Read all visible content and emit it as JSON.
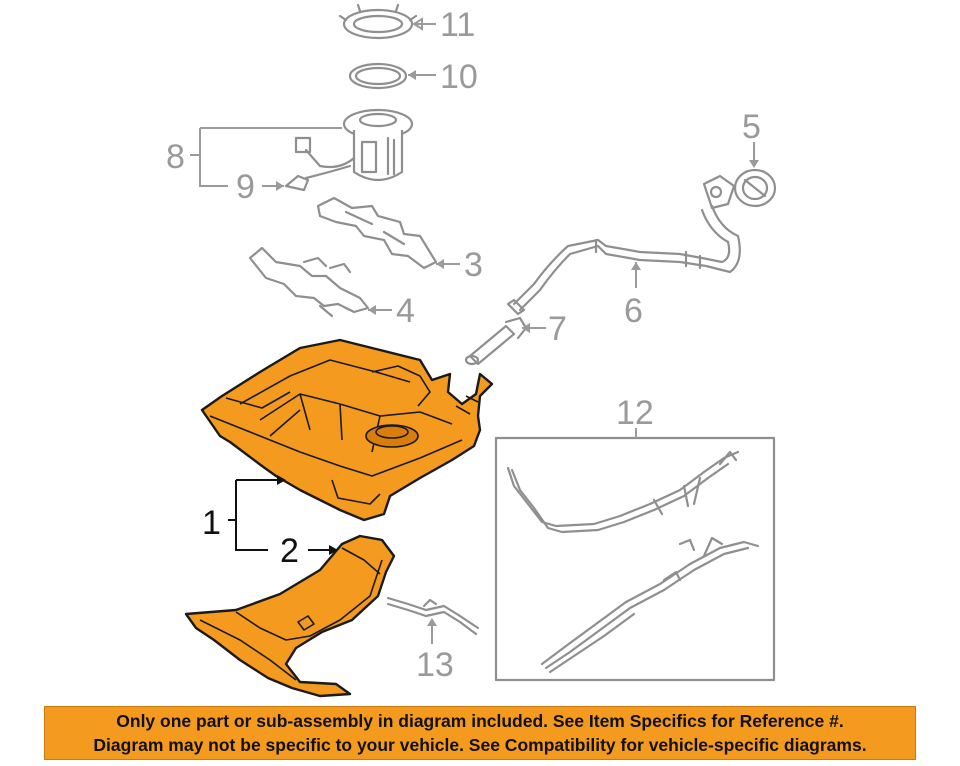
{
  "callouts": {
    "c1": "1",
    "c2": "2",
    "c3": "3",
    "c4": "4",
    "c5": "5",
    "c6": "6",
    "c7": "7",
    "c8": "8",
    "c9": "9",
    "c10": "10",
    "c11": "11",
    "c12": "12",
    "c13": "13"
  },
  "highlighted_parts": [
    "1",
    "2"
  ],
  "colors": {
    "highlight": "#f39a1f",
    "outline": "#8f8f8f",
    "banner": "#f39a1f"
  },
  "banner": {
    "line1": "Only one part or sub-assembly in diagram included. See Item Specifics for Reference #.",
    "line2": "Diagram may not be specific to your vehicle. See Compatibility for vehicle-specific diagrams."
  }
}
